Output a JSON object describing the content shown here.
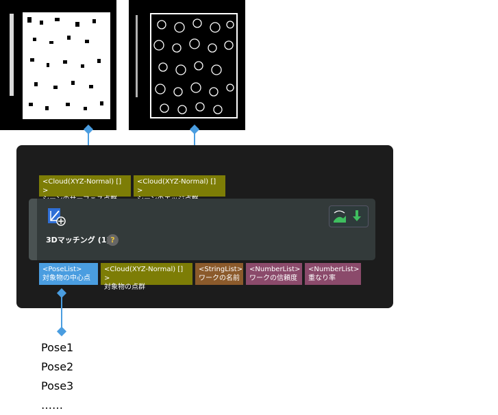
{
  "inputs": [
    {
      "type": "<Cloud(XYZ-Normal) [] >",
      "name": "シーンのサーフェス点群"
    },
    {
      "type": "<Cloud(XYZ-Normal) [] >",
      "name": "シーンのエッジ点群"
    }
  ],
  "node": {
    "title": "3Dマッチング",
    "count": "(1)",
    "help": "?"
  },
  "outputs": [
    {
      "type": "<PoseList>",
      "name": "対象物の中心点",
      "color": "#4a9de0"
    },
    {
      "type": "<Cloud(XYZ-Normal) [] >",
      "name": "対象物の点群",
      "color": "#7d7d06"
    },
    {
      "type": "<StringList>",
      "name": "ワークの名前",
      "color": "#8b5a2b"
    },
    {
      "type": "<NumberList>",
      "name": "ワークの信頼度",
      "color": "#8b4a6b"
    },
    {
      "type": "<NumberList>",
      "name": "重なり率",
      "color": "#8b4a6b"
    }
  ],
  "poses": [
    "Pose1",
    "Pose2",
    "Pose3",
    "……"
  ],
  "colors": {
    "connector": "#4a9de0",
    "panel": "#1c1c1c",
    "node": "#333a3a",
    "cloud_port": "#7d7d06"
  },
  "icons": [
    "3d-matching-icon",
    "preview-icon",
    "download-icon",
    "help-icon"
  ]
}
